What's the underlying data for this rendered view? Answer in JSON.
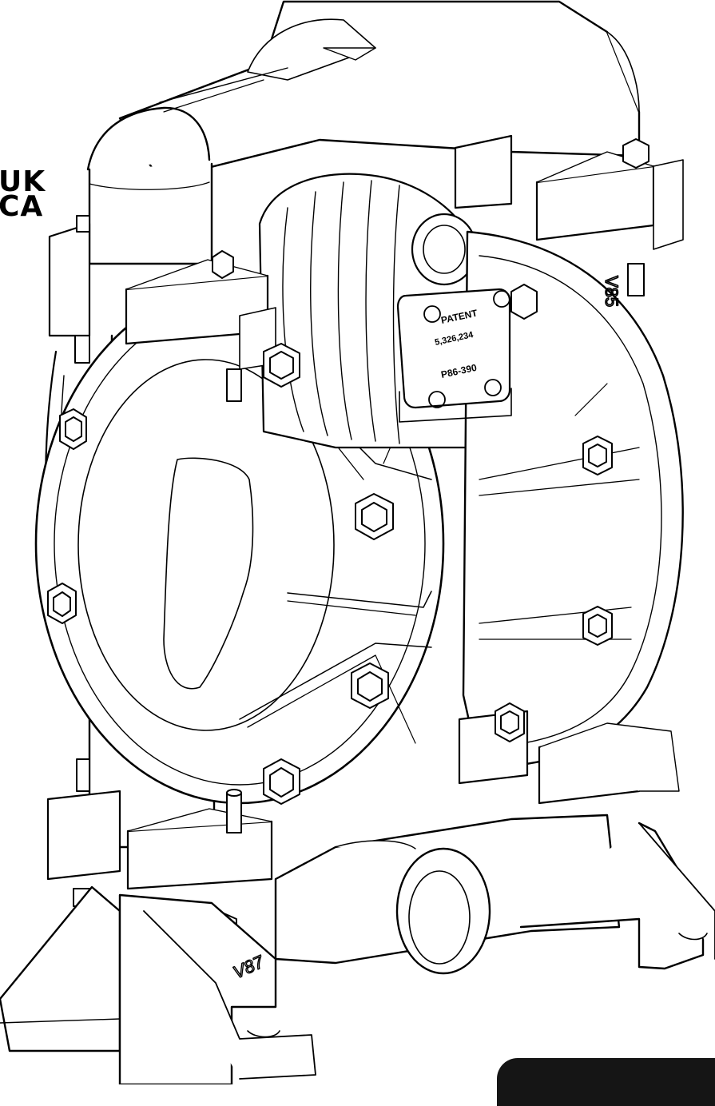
{
  "certification_mark": {
    "line1": "UK",
    "line2": "CA"
  },
  "patent_plate": {
    "title": "PATENT",
    "number": "5,326,234",
    "part": "P86-390"
  },
  "housing_marks": {
    "front": "V87",
    "right": "V85"
  },
  "colors": {
    "ink": "#000000",
    "paper": "#ffffff",
    "tab": "#151515"
  }
}
